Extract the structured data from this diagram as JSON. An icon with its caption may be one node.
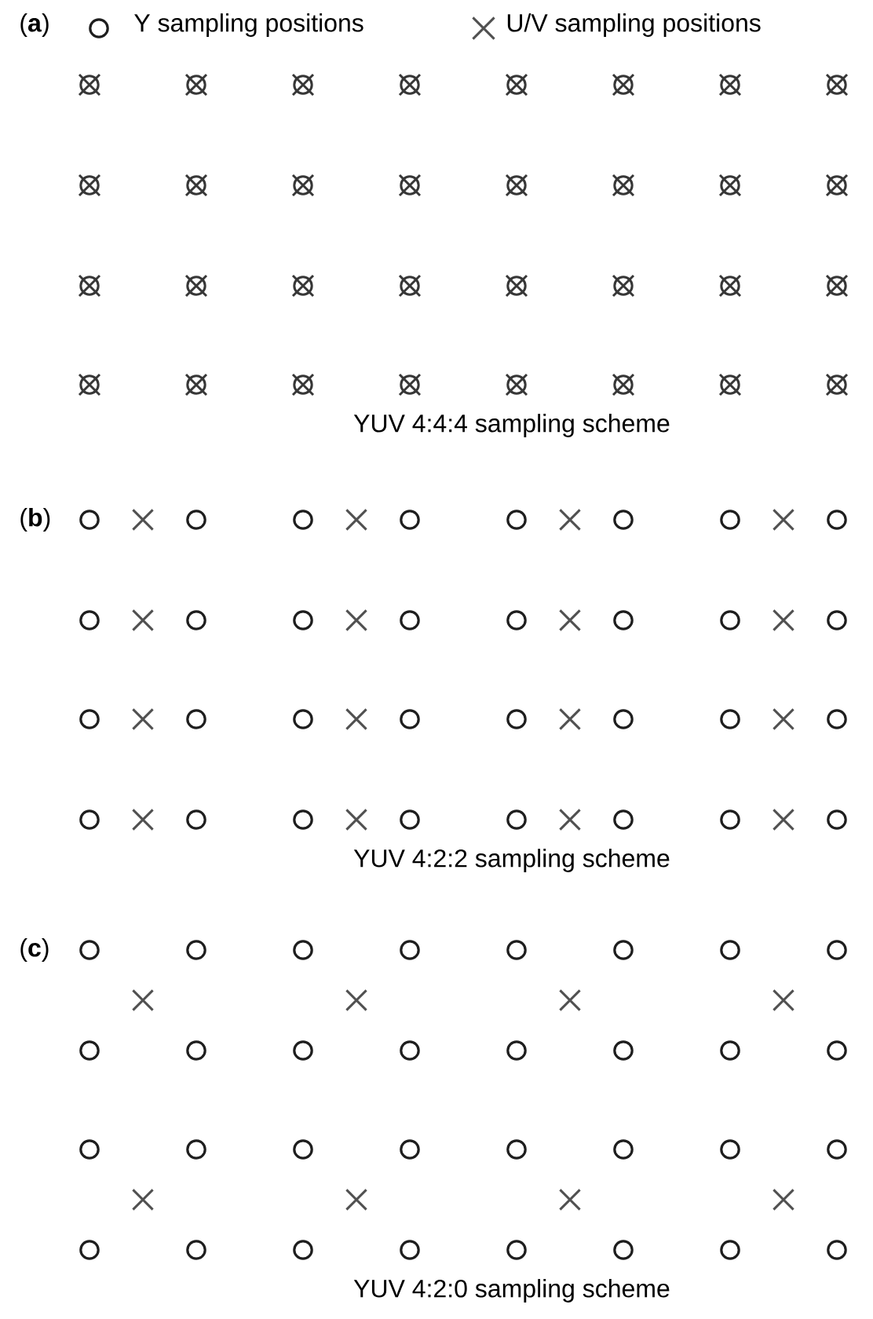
{
  "diagram": {
    "labels": [
      "(**a**)",
      "YUV 4:4:4 sampling scheme",
      "(**b**)",
      "YUV 4:2:2 sampling scheme",
      "(**c**)",
      "YUV 4:2:0 sampling scheme"
    ],
    "legend": [
      {
        "text": "Y sampling positions"
      },
      {
        "text": "U/V sampling positions"
      }
    ]
  }
}
